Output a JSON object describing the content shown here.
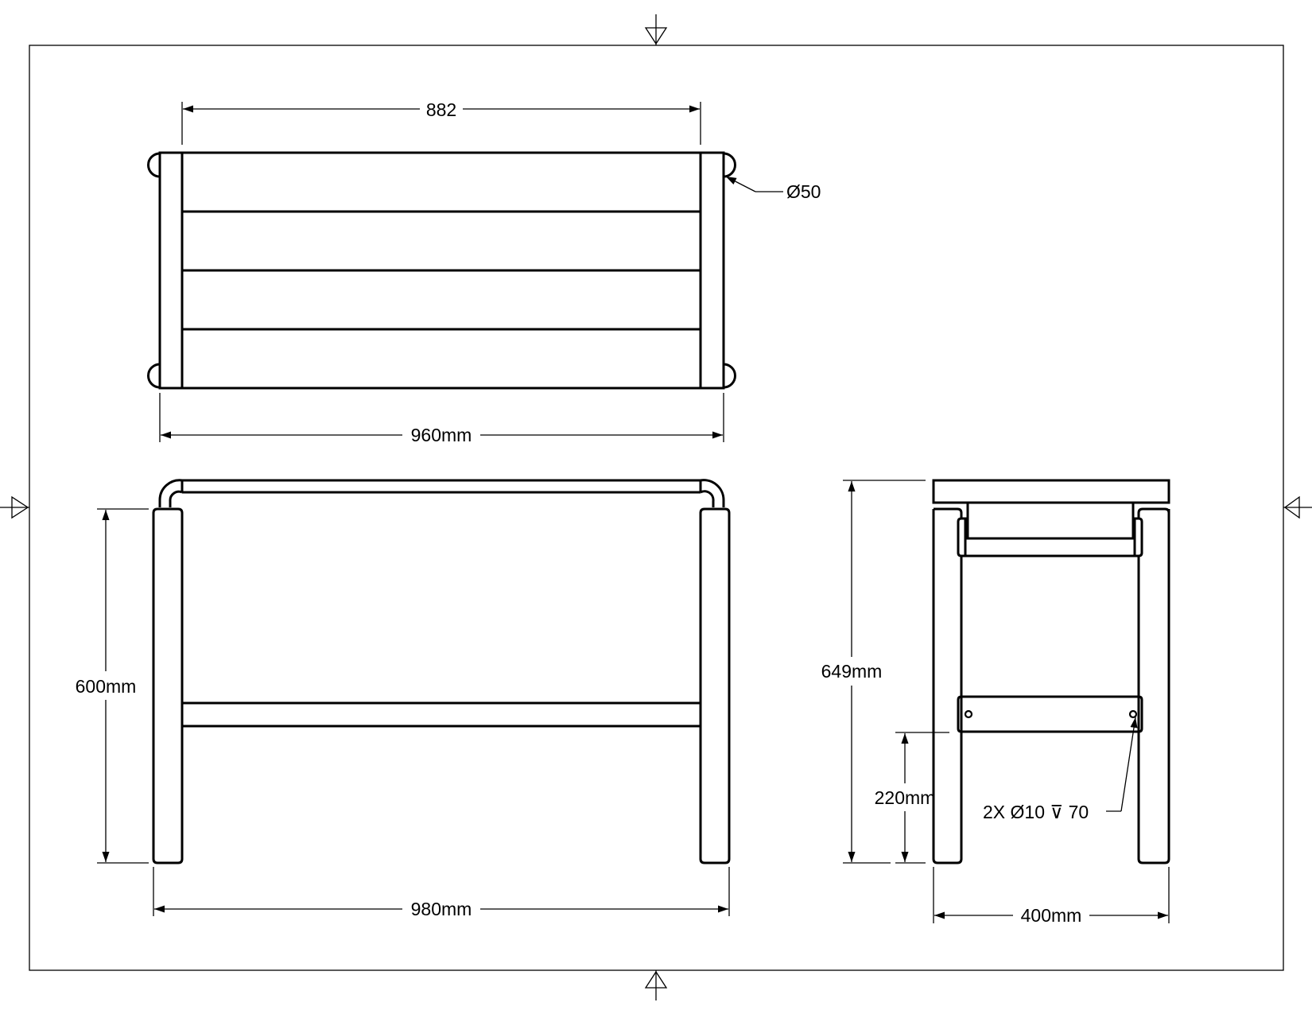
{
  "drawing": {
    "top_view": {
      "dim_inner_width": "882",
      "dim_outer_width": "960mm",
      "leg_diameter": "Ø50"
    },
    "front_view": {
      "dim_height": "600mm",
      "dim_width": "980mm"
    },
    "side_view": {
      "dim_total_height": "649mm",
      "dim_rail_height": "220mm",
      "dim_depth": "400mm",
      "hole_callout": "2X Ø10 ⊽ 70"
    }
  }
}
